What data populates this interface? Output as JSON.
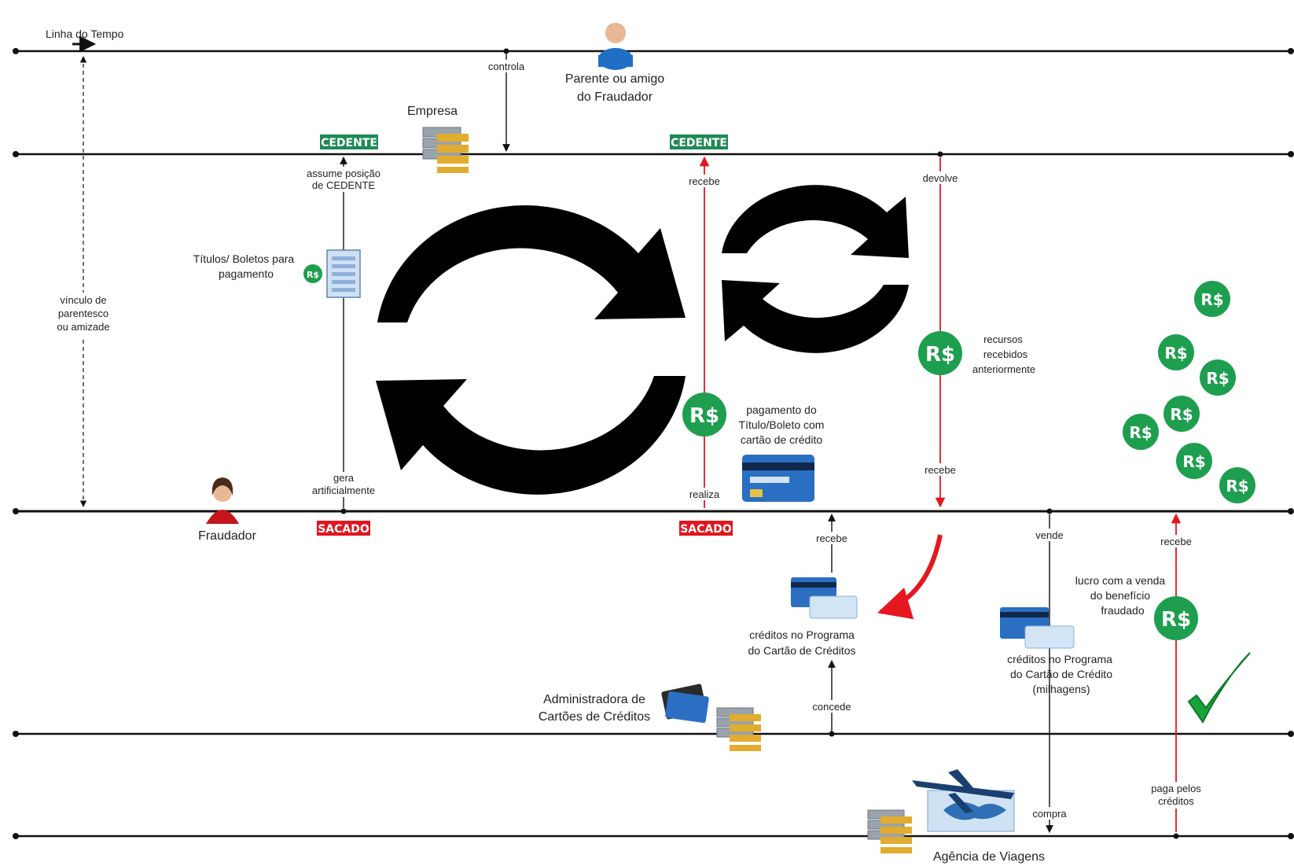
{
  "colors": {
    "line": "#111111",
    "red": "#e5171f",
    "green_money": "#1e9e4f",
    "tag_green": "#1f8a56",
    "tag_red": "#e0161e"
  },
  "timeline": {
    "label": "Linha do Tempo",
    "bond_label": "vínculo de parentesco ou amizade",
    "bond_lines": [
      "vínculo de",
      "parentesco",
      "ou amizade"
    ]
  },
  "actors": {
    "relative": [
      "Parente ou amigo",
      "do Fraudador"
    ],
    "company": "Empresa",
    "fraudster": "Fraudador",
    "card_admin": [
      "Administradora de",
      "Cartões de Créditos"
    ],
    "travel_agency": "Agência de Viagens"
  },
  "tags": {
    "cedente_1": "CEDENTE",
    "cedente_2": "CEDENTE",
    "sacado_1": "SACADO",
    "sacado_2": "SACADO"
  },
  "labels": {
    "controla": "controla",
    "assume": [
      "assume posição",
      "de CEDENTE"
    ],
    "titulos": [
      "Títulos/ Boletos para",
      "pagamento"
    ],
    "gera": [
      "gera",
      "artificialmente"
    ],
    "recebe_1": "recebe",
    "realiza": "realiza",
    "pagamento": [
      "pagamento do",
      "Título/Boleto com",
      "cartão de crédito"
    ],
    "devolve": "devolve",
    "recursos": [
      "recursos",
      "recebidos",
      "anteriormente"
    ],
    "recebe_2": "recebe",
    "recebe_3": "recebe",
    "creditos_1": [
      "créditos no Programa",
      "do Cartão de Créditos"
    ],
    "concede": "concede",
    "vende": "vende",
    "creditos_2": [
      "créditos no Programa",
      "do Cartão de Crédito",
      "(milhagens)"
    ],
    "compra": "compra",
    "recebe_4": "recebe",
    "lucro": [
      "lucro com a venda",
      "do benefício",
      "fraudado"
    ],
    "paga": [
      "paga pelos",
      "créditos"
    ]
  },
  "money_symbol": "R$",
  "icons": [
    "person-icon",
    "building-icon",
    "document-icon",
    "credit-card-icon",
    "airplane-icon",
    "cycle-arrows-icon",
    "check-icon",
    "money-icon"
  ]
}
